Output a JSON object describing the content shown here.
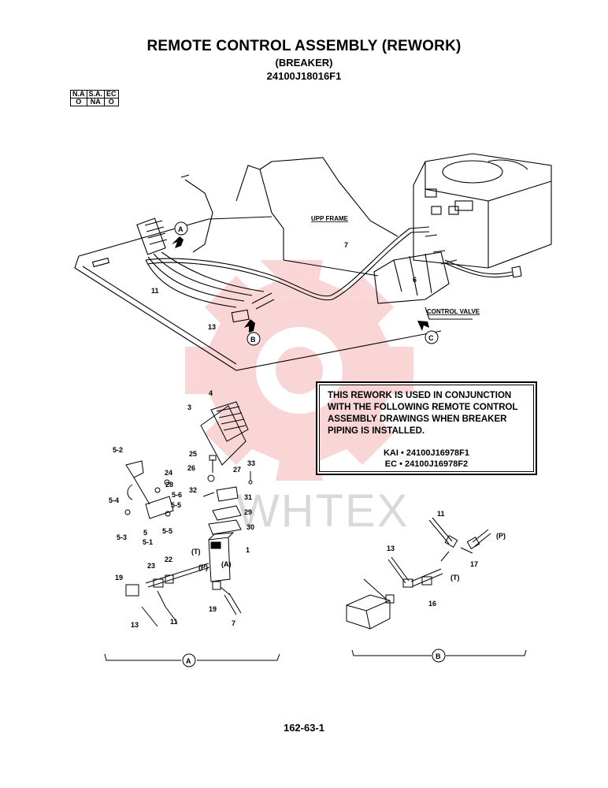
{
  "header": {
    "title": "REMOTE CONTROL ASSEMBLY (REWORK)",
    "subtitle": "(BREAKER)",
    "drawing_number": "24100J18016F1"
  },
  "availability": {
    "headers": [
      "N.A",
      "S.A.",
      "EC"
    ],
    "values": [
      "O",
      "NA",
      "O"
    ]
  },
  "note": {
    "lines": [
      "THIS REWORK IS USED IN CONJUNCTION",
      "WITH THE FOLLOWING REMOTE CONTROL",
      "ASSEMBLY DRAWINGS WHEN BREAKER",
      "PIPING IS INSTALLED."
    ],
    "refs": [
      "KAI • 24100J16978F1",
      "EC • 24100J16978F2"
    ]
  },
  "overview": {
    "upp_frame": "UPP FRAME",
    "control_valve": "CONTROL VALVE",
    "callouts": [
      "A",
      "B",
      "C"
    ],
    "part_numbers": [
      "7",
      "6",
      "11",
      "13"
    ]
  },
  "detail_a": {
    "caption": "A",
    "port_labels": [
      "(T)",
      "(P)",
      "(A)"
    ],
    "part_numbers": [
      "4",
      "3",
      "5-2",
      "25",
      "24",
      "28",
      "5-6",
      "26",
      "33",
      "27",
      "5-4",
      "5-5",
      "32",
      "31",
      "29",
      "5-3",
      "5",
      "5-1",
      "5-5",
      "30",
      "1",
      "22",
      "23",
      "19",
      "19",
      "13",
      "11",
      "7"
    ]
  },
  "detail_b": {
    "caption": "B",
    "port_labels": [
      "(P)",
      "(T)"
    ],
    "part_numbers": [
      "11",
      "17",
      "13",
      "16"
    ]
  },
  "watermark": "WHTEX",
  "page_number": "162-63-1"
}
